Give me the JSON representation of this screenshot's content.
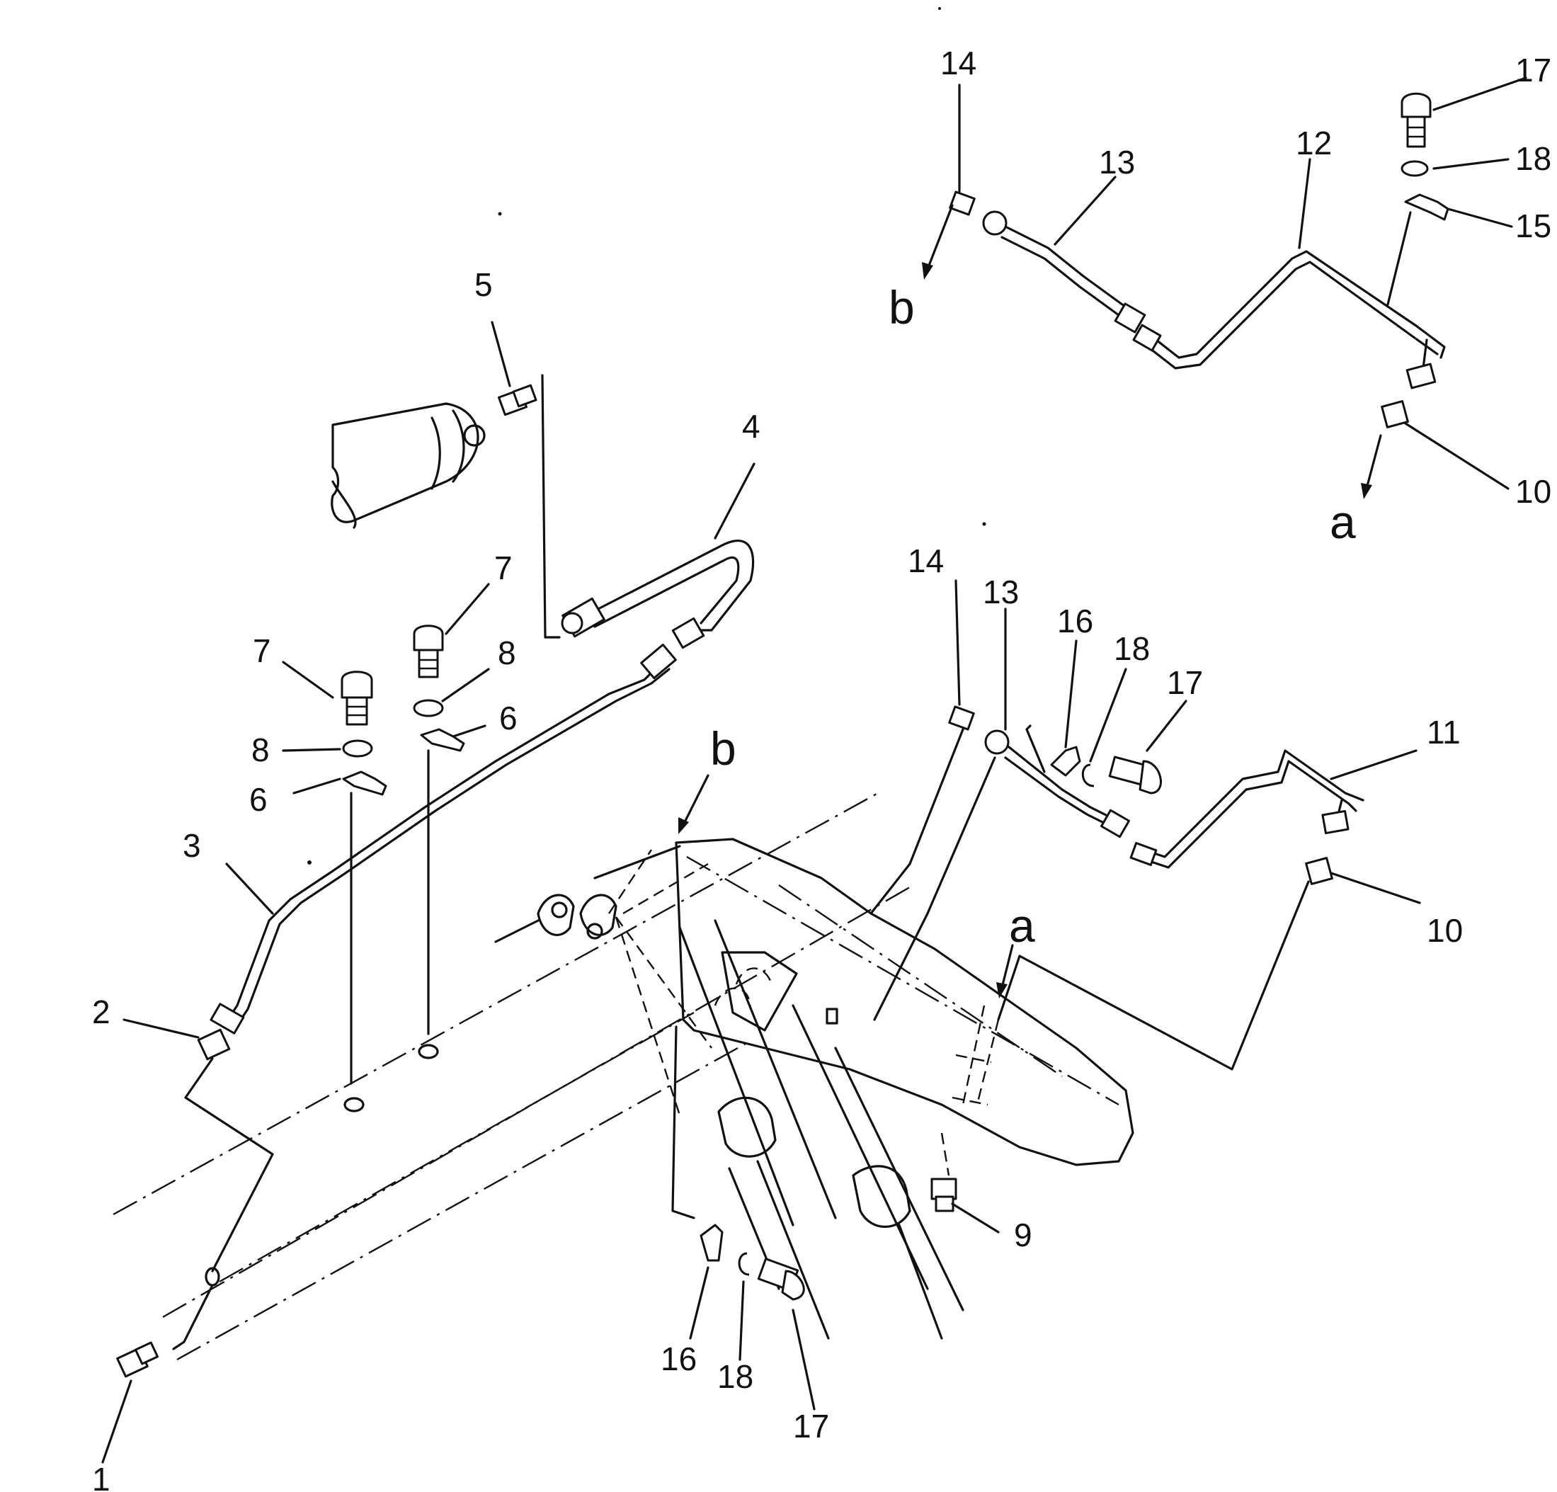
{
  "callouts": {
    "c1": "1",
    "c2": "2",
    "c3": "3",
    "c4": "4",
    "c5": "5",
    "c6a": "6",
    "c6b": "6",
    "c7a": "7",
    "c7b": "7",
    "c8a": "8",
    "c8b": "8",
    "c9": "9",
    "c10a": "10",
    "c10b": "10",
    "c11": "11",
    "c12": "12",
    "c13a": "13",
    "c13b": "13",
    "c14a": "14",
    "c14b": "14",
    "c15": "15",
    "c16a": "16",
    "c16b": "16",
    "c17a": "17",
    "c17b": "17",
    "c17c": "17",
    "c18a": "18",
    "c18b": "18",
    "c18c": "18"
  },
  "refs": {
    "a_top": "a",
    "b_top": "b",
    "a_main": "a",
    "b_main": "b"
  }
}
